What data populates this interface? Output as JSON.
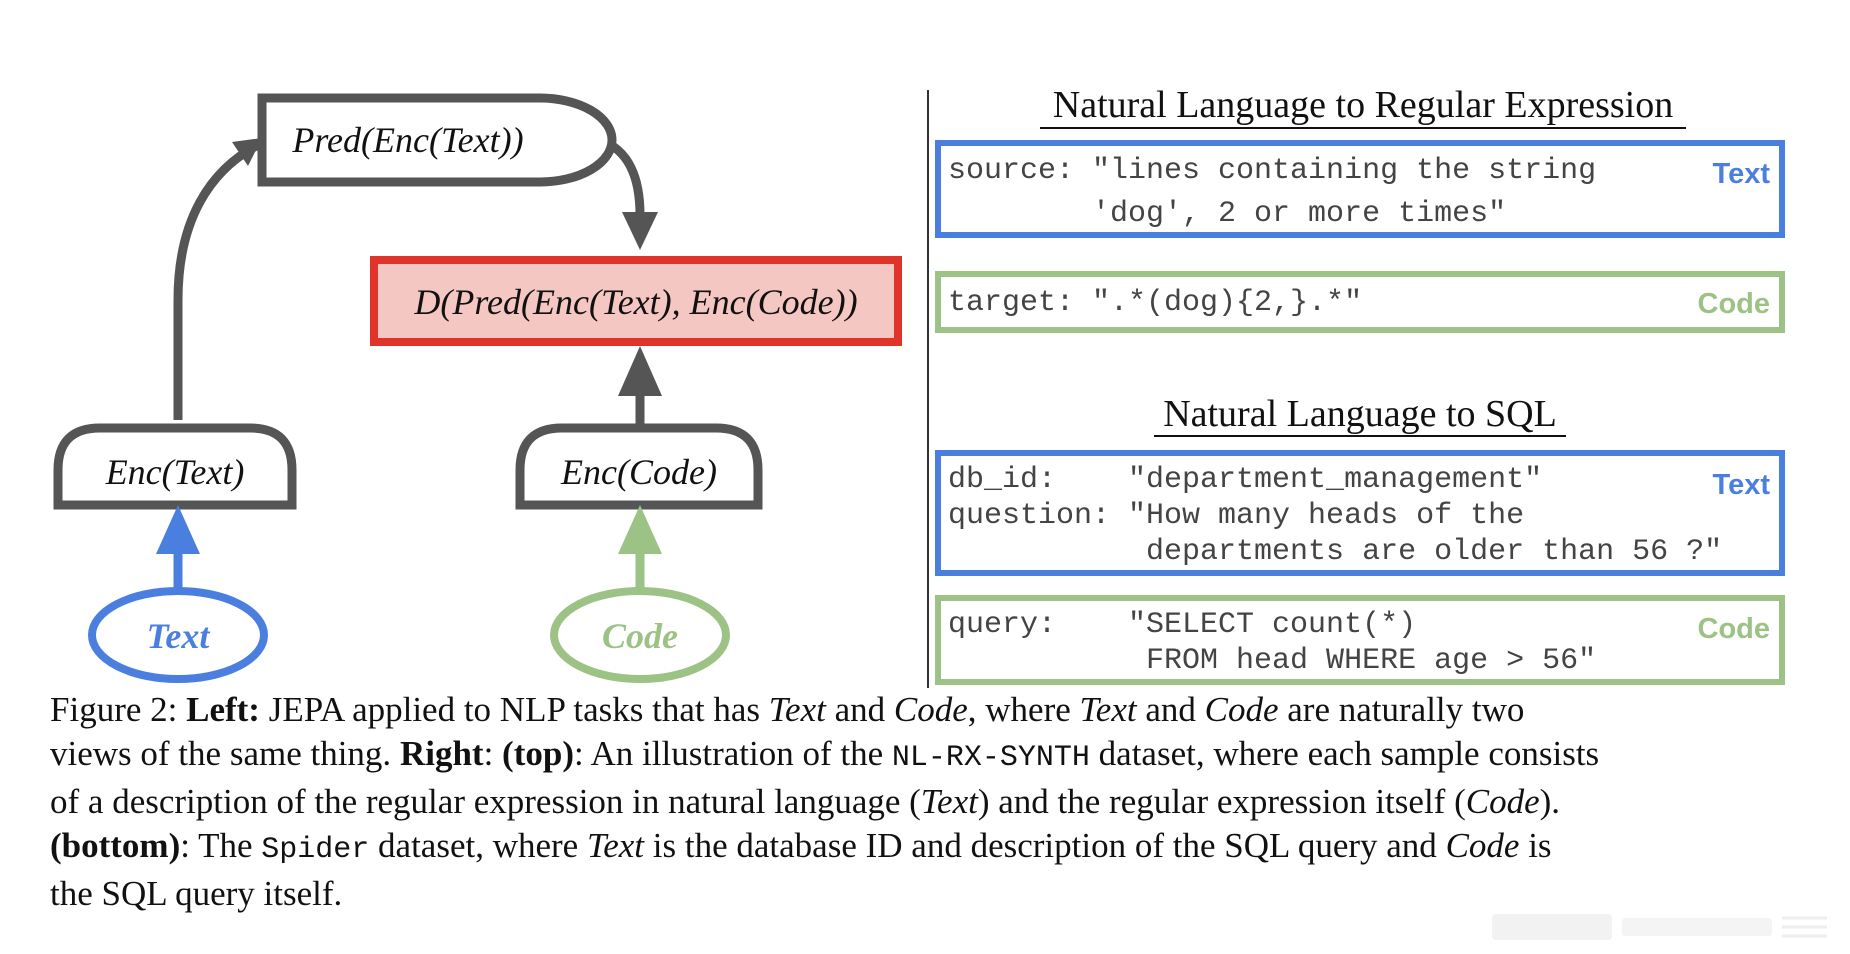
{
  "left_diagram": {
    "pred_node": "Pred(Enc(Text))",
    "d_node": "D(Pred(Enc(Text), Enc(Code))",
    "enc_text_node": "Enc(Text)",
    "enc_code_node": "Enc(Code)",
    "text_input": "Text",
    "code_input": "Code"
  },
  "right_panel": {
    "regex_section": {
      "title": "Natural Language to Regular Expression",
      "text_box": {
        "tag": "Text",
        "lines": [
          "source: \"lines containing the string",
          "        'dog', 2 or more times\""
        ]
      },
      "code_box": {
        "tag": "Code",
        "lines": [
          "target: \".*(dog){2,}.*\""
        ]
      }
    },
    "sql_section": {
      "title": "Natural Language to SQL",
      "text_box": {
        "tag": "Text",
        "lines": [
          "db_id:    \"department_management\"",
          "question: \"How many heads of the",
          "           departments are older than 56 ?\""
        ]
      },
      "code_box": {
        "tag": "Code",
        "lines": [
          "query:    \"SELECT count(*)",
          "           FROM head WHERE age > 56\""
        ]
      }
    }
  },
  "caption": {
    "figure_label": "Figure 2:",
    "left_label": "Left:",
    "t1": " JEPA applied to NLP tasks that has ",
    "text_var": "Text",
    "and": " and ",
    "code_var": "Code",
    "t2": ", where ",
    "t3": " are naturally two",
    "t4": "views of the same thing. ",
    "right_label": "Right",
    "colon": ": ",
    "top_label": "(top)",
    "t5": ": An illustration of the ",
    "dataset1": "NL-RX-SYNTH",
    "t6": " dataset, where each sample consists",
    "t7": "of a description of the regular expression in natural language (",
    "t8": ") and the regular expression itself (",
    "t9": ").",
    "bottom_label": "(bottom)",
    "t10": ": The ",
    "dataset2": "Spider",
    "t11": " dataset, where ",
    "t12": " is the database ID and description of the SQL query and ",
    "t13": " is",
    "t14": "the SQL query itself."
  },
  "colors": {
    "node_border": "#555555",
    "d_fill": "#f4c7c3",
    "d_border": "#e0332a",
    "text_blue": "#4a7fe0",
    "code_green": "#9cc285",
    "mono_text": "#444444"
  }
}
